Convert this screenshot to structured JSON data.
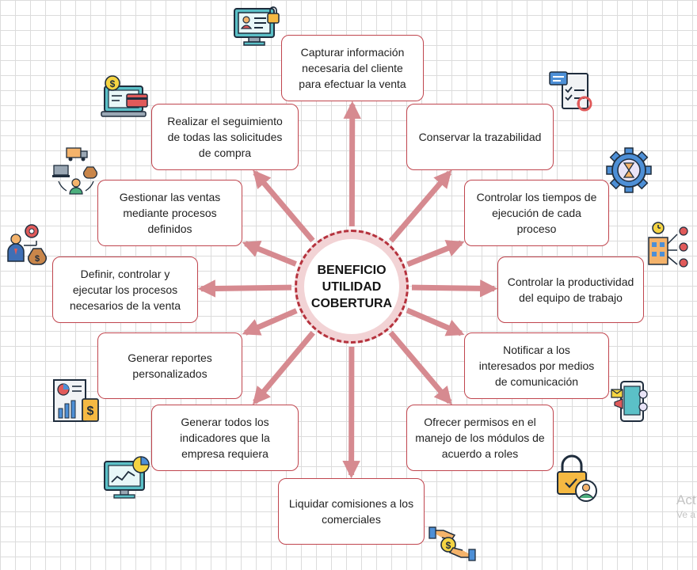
{
  "center": {
    "line1": "BENEFICIO",
    "line2": "UTILIDAD",
    "line3": "COBERTURA"
  },
  "nodes": [
    {
      "id": "capturar",
      "text": "Capturar información necesaria del cliente para efectuar la venta"
    },
    {
      "id": "conservar",
      "text": "Conservar la trazabilidad"
    },
    {
      "id": "controlar-tiempos",
      "text": "Controlar los tiempos de ejecución de cada proceso"
    },
    {
      "id": "controlar-productividad",
      "text": "Controlar la productividad del equipo de trabajo"
    },
    {
      "id": "notificar",
      "text": "Notificar a los interesados por medios de comunicación"
    },
    {
      "id": "ofrecer-permisos",
      "text": "Ofrecer permisos en el manejo de los módulos de acuerdo a roles"
    },
    {
      "id": "liquidar",
      "text": "Liquidar comisiones a los comerciales"
    },
    {
      "id": "generar-indicadores",
      "text": "Generar todos los indicadores que la empresa requiera"
    },
    {
      "id": "generar-reportes",
      "text": "Generar reportes personalizados"
    },
    {
      "id": "definir",
      "text": "Definir, controlar y ejecutar los procesos necesarios de la venta"
    },
    {
      "id": "gestionar",
      "text": "Gestionar las ventas mediante procesos definidos"
    },
    {
      "id": "realizar",
      "text": "Realizar el seguimiento de todas las solicitudes de compra"
    }
  ],
  "icons": [
    {
      "name": "monitor-user-lock-icon"
    },
    {
      "name": "checklist-clipboard-icon"
    },
    {
      "name": "gear-hourglass-icon"
    },
    {
      "name": "org-chart-clock-icon"
    },
    {
      "name": "phone-notification-icon"
    },
    {
      "name": "padlock-user-icon"
    },
    {
      "name": "hand-coin-icon"
    },
    {
      "name": "monitor-chart-icon"
    },
    {
      "name": "report-dollar-icon"
    },
    {
      "name": "businessman-gear-moneybag-icon"
    },
    {
      "name": "sales-cycle-icon"
    },
    {
      "name": "laptop-payment-icon"
    }
  ],
  "watermark": {
    "line1": "Act",
    "line2": "Ve a"
  },
  "colors": {
    "accent": "#c0454e",
    "arrow": "#d68a90",
    "center_ring": "#f2d3d5"
  }
}
